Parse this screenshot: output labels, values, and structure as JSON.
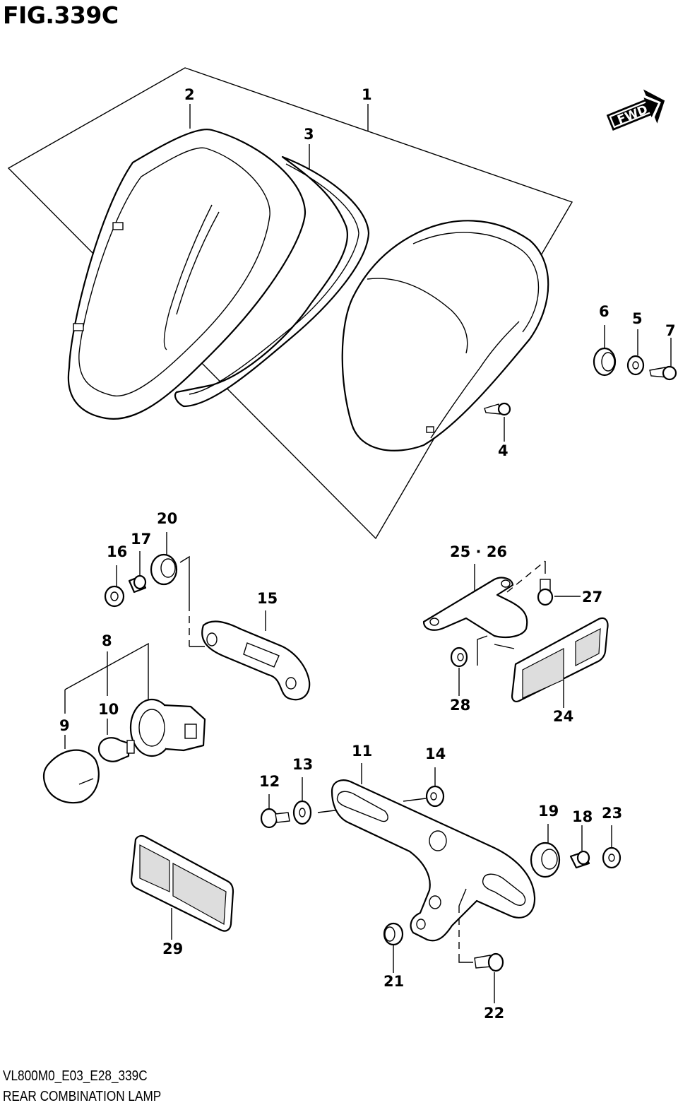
{
  "figure": {
    "title": "FIG.339C",
    "code": "VL800M0_E03_E28_339C",
    "name": "REAR COMBINATION LAMP"
  },
  "direction_badge": "FWD",
  "callouts": {
    "c1": "1",
    "c2": "2",
    "c3": "3",
    "c4": "4",
    "c5": "5",
    "c6": "6",
    "c7": "7",
    "c8": "8",
    "c9": "9",
    "c10": "10",
    "c11": "11",
    "c12": "12",
    "c13": "13",
    "c14": "14",
    "c15": "15",
    "c16": "16",
    "c17": "17",
    "c18": "18",
    "c19": "19",
    "c20": "20",
    "c21": "21",
    "c22": "22",
    "c23": "23",
    "c24": "24",
    "c2526": "25 · 26",
    "c27": "27",
    "c28": "28",
    "c29": "29"
  }
}
